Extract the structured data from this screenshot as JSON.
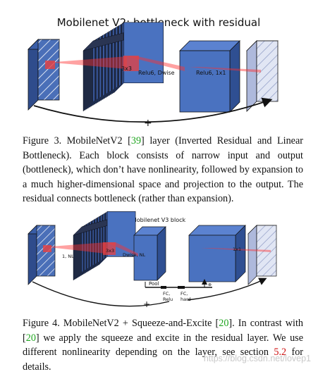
{
  "figure3": {
    "title": "Mobilenet V2: bottleneck with residual",
    "op_labels": [
      "3x3",
      "Relu6, Dwise",
      "Relu6, 1x1"
    ],
    "residual_symbol": "+",
    "caption": {
      "prefix": "Figure 3. MobileNetV2 [",
      "ref": "39",
      "suffix": "] layer (Inverted Residual and Linear Bottleneck). Each block consists of narrow input and output (bottleneck), which don’t have nonlinearity, followed by expansion to a much higher-dimensional space and projection to the output. The residual connects bottleneck (rather than expansion)."
    }
  },
  "figure4": {
    "title": "Mobilenet V3 block",
    "op_labels": [
      "1, NL",
      "3x3",
      "Dwise, NL",
      "1x1"
    ],
    "se_labels": [
      "Pool",
      "FC,",
      "Relu",
      "FC,",
      "hard-"
    ],
    "residual_symbol": "+",
    "caption": {
      "p1": "Figure 4. MobileNetV2 + Squeeze-and-Excite [",
      "ref1": "20",
      "p2": "].  In contrast with [",
      "ref2": "20",
      "p3": "] we apply the squeeze and excite in the residual layer. We use different nonlinearity depending on the layer, see section ",
      "ref3": "5.2",
      "p4": " for details."
    }
  },
  "watermark": "https://blog.csdn.net/lovep1",
  "colors": {
    "block_blue": "#4a72c0",
    "block_dark": "#232c44",
    "projection_red": "#ff3030",
    "output_fill": "#dfe4f3",
    "ref_green": "#1fa51f",
    "ref_red": "#d01010"
  }
}
